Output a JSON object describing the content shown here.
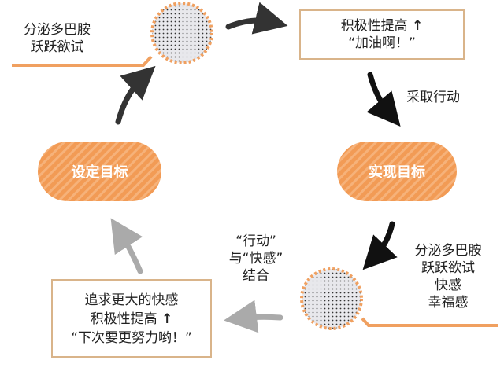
{
  "colors": {
    "orange": "#f0a060",
    "pill": "#f29b55",
    "dark": "#333333",
    "gray": "#aaaaaa",
    "box_border": "#d9b48a"
  },
  "top_left": {
    "line1": "分泌多巴胺",
    "line2": "跃跃欲试"
  },
  "top_box": {
    "line1": "积极性提高",
    "arrow": "↑",
    "line2": "“加油啊！”"
  },
  "action_label": "采取行动",
  "goal_reached": "实现目标",
  "set_goal": "设定目标",
  "bottom_right": {
    "line1": "分泌多巴胺",
    "line2": "跃跃欲试",
    "line3": "快感",
    "line4": "幸福感"
  },
  "combine_label": {
    "line1": "“行动”",
    "line2": "与“快感”",
    "line3": "结合"
  },
  "bottom_box": {
    "line1": "追求更大的快感",
    "line2": "积极性提高",
    "arrow": "↑",
    "line3": "“下次要更努力哟！”"
  }
}
